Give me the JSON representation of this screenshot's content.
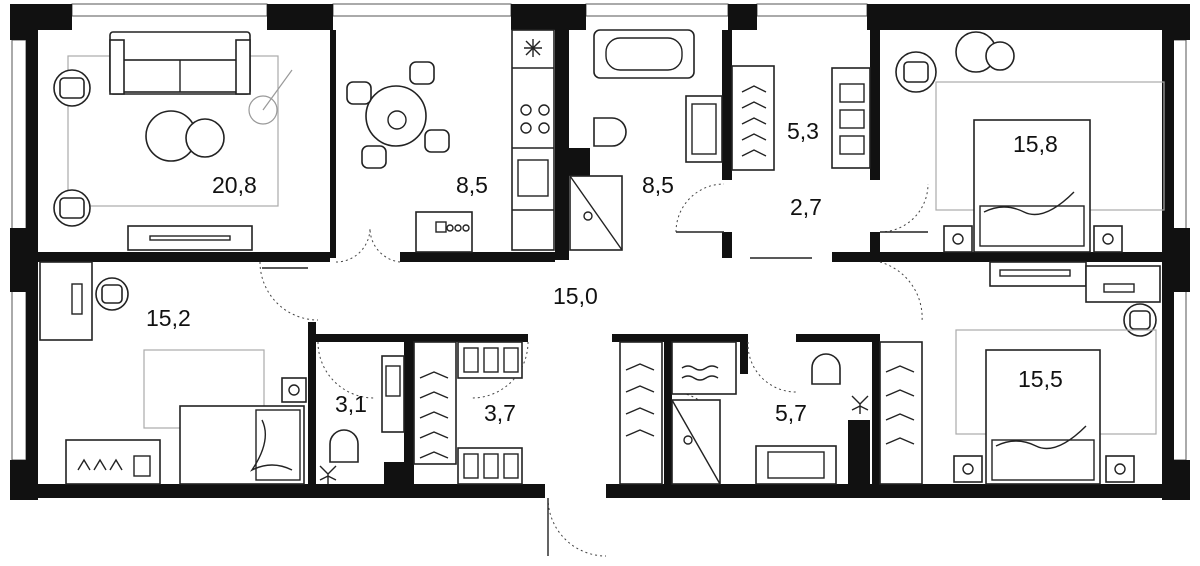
{
  "rooms": [
    {
      "id": "living-room",
      "area": "20,8"
    },
    {
      "id": "kitchen",
      "area": "8,5"
    },
    {
      "id": "bathroom-1",
      "area": "8,5"
    },
    {
      "id": "wardrobe-1",
      "area": "5,3"
    },
    {
      "id": "corridor-small",
      "area": "2,7"
    },
    {
      "id": "bedroom-1",
      "area": "15,8"
    },
    {
      "id": "bedroom-2",
      "area": "15,2"
    },
    {
      "id": "hall",
      "area": "15,0"
    },
    {
      "id": "wc-1",
      "area": "3,1"
    },
    {
      "id": "wardrobe-2",
      "area": "3,7"
    },
    {
      "id": "bathroom-2",
      "area": "5,7"
    },
    {
      "id": "bedroom-3",
      "area": "15,5"
    }
  ],
  "colors": {
    "wall": "#111111",
    "line": "#222222",
    "rug": "#aaaaaa",
    "background": "#ffffff"
  },
  "icons": [
    "snowflake-icon",
    "hanger-icon",
    "plant-icon"
  ]
}
